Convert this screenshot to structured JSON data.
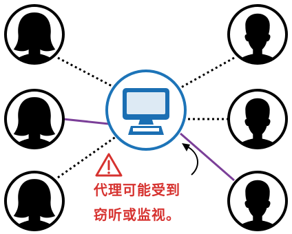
{
  "warning": {
    "line1": "代理可能受到",
    "line2": "窃听或监视。"
  },
  "colors": {
    "outline": "#000000",
    "computer": "#1b6fb3",
    "computer_ring": "#1d74b8",
    "secure_link": "#7b3f98",
    "warning": "#d6322f",
    "background": "#ffffff"
  },
  "icons": {
    "center": "computer-monitor-icon",
    "people": "person-silhouette-icon",
    "warning": "warning-triangle-icon",
    "pointer": "curved-arrow-icon"
  },
  "people": {
    "left": [
      "female",
      "female",
      "female"
    ],
    "right": [
      "male",
      "male",
      "male"
    ]
  }
}
